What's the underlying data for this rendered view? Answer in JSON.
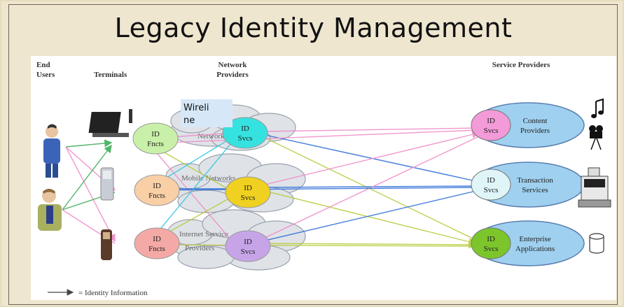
{
  "title": "Legacy Identity Management",
  "columns": {
    "end_users": "End\nUsers",
    "terminals": "Terminals",
    "network_providers": "Network\nProviders",
    "service_providers": "Service Providers"
  },
  "terminals": [
    {
      "name": "laptop",
      "label": "ID\nFncts",
      "color": "#c9f0a8"
    },
    {
      "name": "phone",
      "label": "ID\nFncts",
      "color": "#f9cfa6"
    },
    {
      "name": "cellphone",
      "label": "ID\nFncts",
      "color": "#f4a9a6"
    }
  ],
  "networks": [
    {
      "name": "wireline",
      "cloud_label": "Networks",
      "id_label": "ID\nSvcs",
      "color": "#35e2e0"
    },
    {
      "name": "mobile",
      "cloud_label": "Mobile Networks",
      "id_label": "ID\nSvcs",
      "color": "#f0d020"
    },
    {
      "name": "internet",
      "cloud_label": "Internet Service\nProviders",
      "id_label": "ID\nSvcs",
      "color": "#c7a4e8"
    }
  ],
  "wireline_callout": "Wireli\nne",
  "service_providers": [
    {
      "name": "content",
      "id_label": "ID\nSvcs",
      "label": "Content\nProviders",
      "id_color": "#f39ad8",
      "icon": "music-icon"
    },
    {
      "name": "transaction",
      "id_label": "ID\nSvcs",
      "label": "Transaction\nServices",
      "id_color": "#dff5f8",
      "icon": "cash-register-icon"
    },
    {
      "name": "enterprise",
      "id_label": "ID\nSvcs",
      "label": "Enterprise\nApplications",
      "id_color": "#7cc62c",
      "icon": "database-icon"
    }
  ],
  "legend": "= Identity Information",
  "colors": {
    "background": "#efe6cf",
    "provider_ellipse": "#9fd0ef",
    "provider_stroke": "#5a7fb0"
  }
}
